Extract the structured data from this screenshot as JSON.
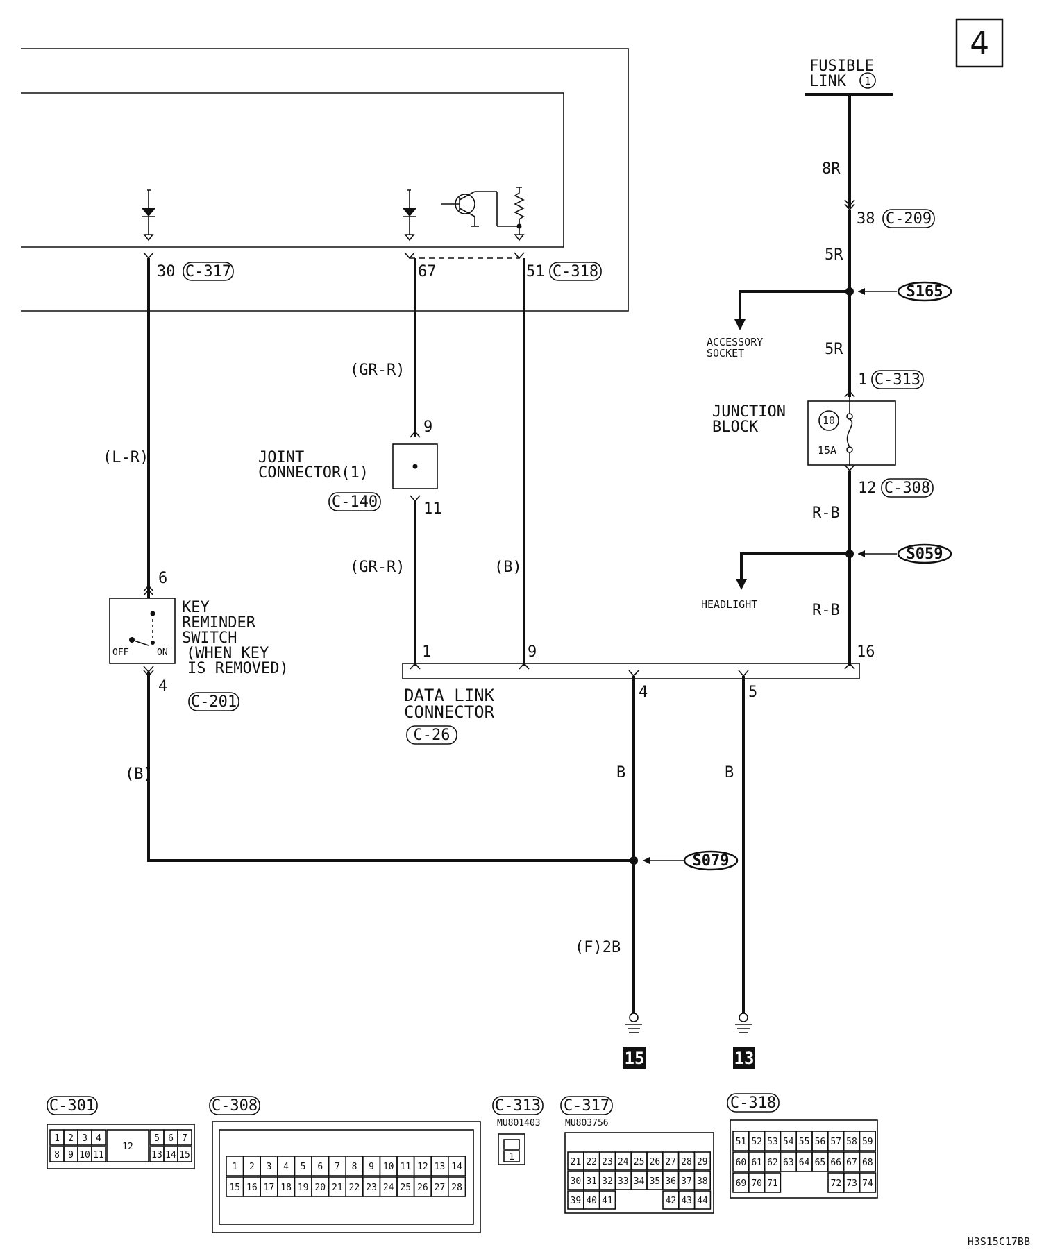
{
  "page_number": "4",
  "fusible_link": {
    "line1": "FUSIBLE",
    "line2": "LINK",
    "num": "1"
  },
  "connectors": {
    "c317": "C-317",
    "c318": "C-318",
    "c209": "C-209",
    "c313": "C-313",
    "c308": "C-308",
    "c140": "C-140",
    "c201": "C-201",
    "c26": "C-26",
    "c301": "C-301"
  },
  "pins": {
    "p30": "30",
    "p67": "67",
    "p51": "51",
    "p38": "38",
    "p1a": "1",
    "p12": "12",
    "p9": "9",
    "p11": "11",
    "p6": "6",
    "p4": "4",
    "p1": "1",
    "p9b": "9",
    "p16": "16",
    "p4b": "4",
    "p5": "5"
  },
  "wires": {
    "w8R": "8R",
    "w5R_a": "5R",
    "w5R_b": "5R",
    "wGR1": "(GR-R)",
    "wGR2": "(GR-R)",
    "wLR": "(L-R)",
    "wB_sw": "(B)",
    "wB_51": "(B)",
    "wRB1": "R-B",
    "wRB2": "R-B",
    "wB4": "B",
    "wB5": "B",
    "wF2B": "(F)2B"
  },
  "splices": {
    "s165": "S165",
    "s059": "S059",
    "s079": "S079"
  },
  "components": {
    "accessory": {
      "line1": "ACCESSORY",
      "line2": "SOCKET"
    },
    "junction": {
      "line1": "JUNCTION",
      "line2": "BLOCK",
      "fuse_num": "10",
      "fuse_amp": "15A"
    },
    "joint": {
      "line1": "JOINT",
      "line2": "CONNECTOR(1)"
    },
    "headlight": "HEADLIGHT",
    "key_switch": {
      "line1": "KEY",
      "line2": "REMINDER",
      "line3": "SWITCH",
      "line4": "(WHEN KEY",
      "line5": "IS REMOVED)",
      "off": "OFF",
      "on": "ON"
    },
    "dlc": {
      "line1": "DATA LINK",
      "line2": "CONNECTOR"
    }
  },
  "grounds": {
    "g15": "15",
    "g13": "13"
  },
  "part_numbers": {
    "c313": "MU801403",
    "c317": "MU803756"
  },
  "c301_pins": {
    "top_left": [
      "1",
      "2",
      "3",
      "4"
    ],
    "top_right": [
      "5",
      "6",
      "7"
    ],
    "bottom_left": [
      "8",
      "9",
      "10",
      "11"
    ],
    "bottom_right": [
      "13",
      "14",
      "15"
    ],
    "center": "12"
  },
  "c308_pins": {
    "row1": [
      "1",
      "2",
      "3",
      "4",
      "5",
      "6",
      "7",
      "8",
      "9",
      "10",
      "11",
      "12",
      "13",
      "14"
    ],
    "row2": [
      "15",
      "16",
      "17",
      "18",
      "19",
      "20",
      "21",
      "22",
      "23",
      "24",
      "25",
      "26",
      "27",
      "28"
    ]
  },
  "c313_pins": [
    "1"
  ],
  "c317_pins": {
    "row1": [
      "21",
      "22",
      "23",
      "24",
      "25",
      "26",
      "27",
      "28",
      "29"
    ],
    "row2": [
      "30",
      "31",
      "32",
      "33",
      "34",
      "35",
      "36",
      "37",
      "38"
    ],
    "row3_left": [
      "39",
      "40",
      "41"
    ],
    "row3_right": [
      "42",
      "43",
      "44"
    ]
  },
  "c318_pins": {
    "row1": [
      "51",
      "52",
      "53",
      "54",
      "55",
      "56",
      "57",
      "58",
      "59"
    ],
    "row2": [
      "60",
      "61",
      "62",
      "63",
      "64",
      "65",
      "66",
      "67",
      "68"
    ],
    "row3_left": [
      "69",
      "70",
      "71"
    ],
    "row3_right": [
      "72",
      "73",
      "74"
    ]
  },
  "figure_code": "H3S15C17BB"
}
